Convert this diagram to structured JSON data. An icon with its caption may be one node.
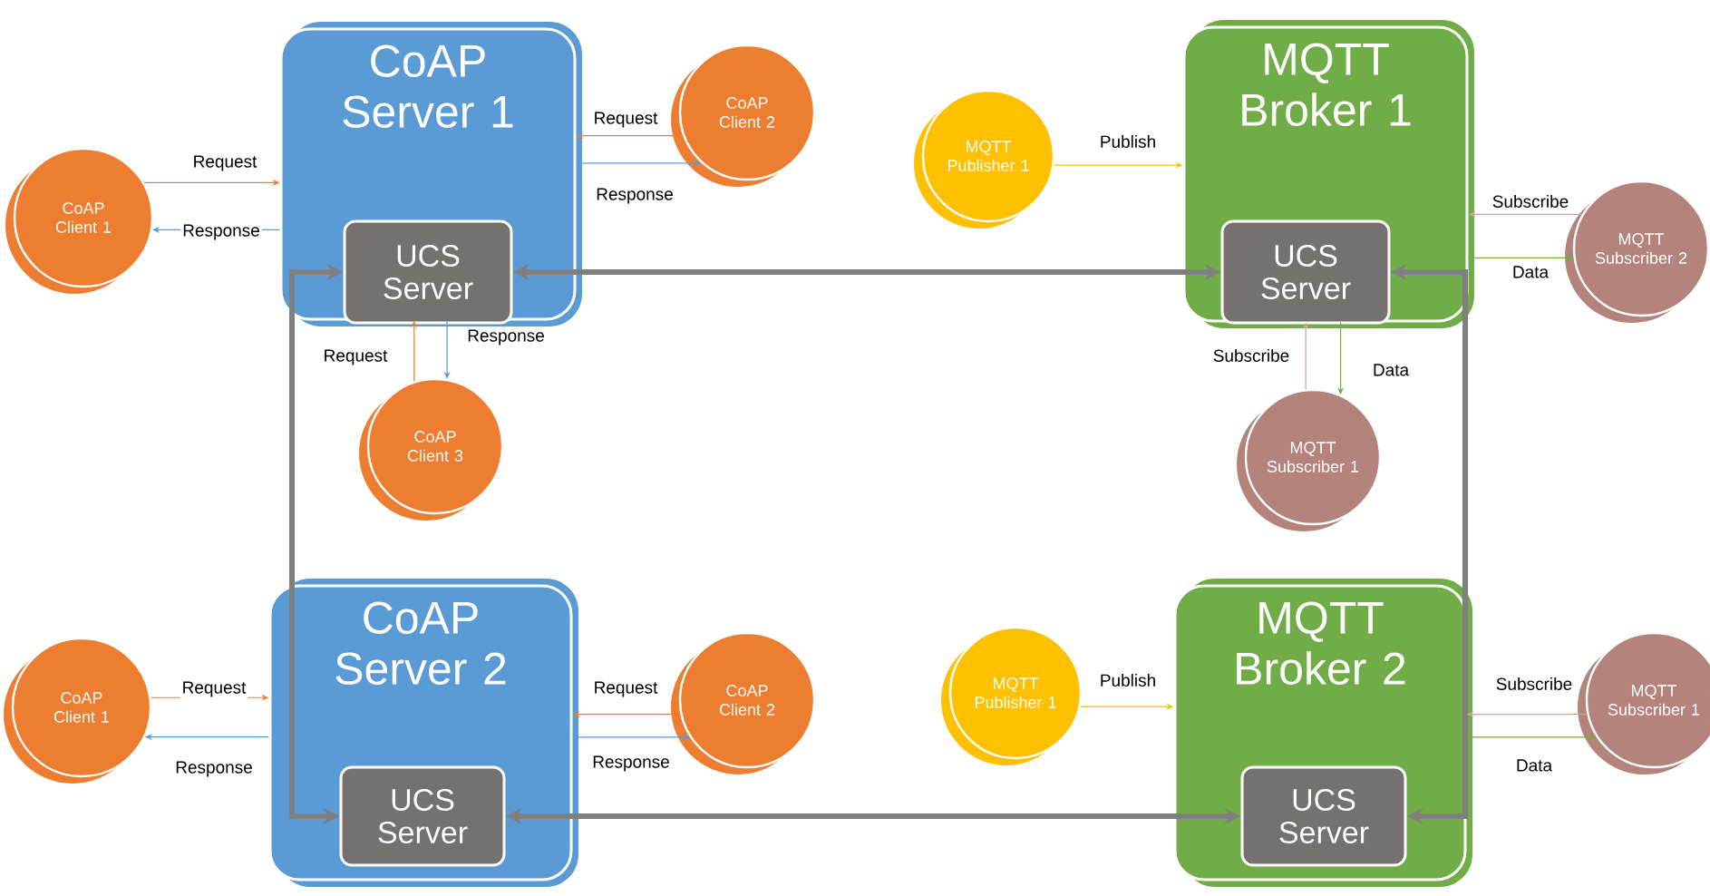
{
  "diagram": {
    "nodes": [
      {
        "text": [
          "CoAP Server 1"
        ]
      },
      {
        "text": [
          "UCS Server"
        ],
        "in": 0
      },
      {
        "text": [
          "CoAP Client 1"
        ]
      },
      {
        "text": [
          "CoAP Client 2"
        ]
      },
      {
        "text": [
          "CoAP Client 3"
        ]
      },
      {
        "text": [
          "MQTT Broker 1"
        ]
      },
      {
        "text": [
          "UCS Server"
        ],
        "in": 5
      },
      {
        "text": [
          "MQTT Publisher 1"
        ]
      },
      {
        "text": [
          "MQTT Subscriber 2"
        ]
      },
      {
        "text": [
          "MQTT Subscriber 1"
        ]
      },
      {
        "text": [
          "CoAP Server 2"
        ]
      },
      {
        "text": [
          "UCS Server"
        ],
        "in": 10
      },
      {
        "text": [
          "CoAP Client 1"
        ]
      },
      {
        "text": [
          "CoAP Client 2"
        ]
      },
      {
        "text": [
          "MQTT Broker 2"
        ]
      },
      {
        "text": [
          "UCS Server"
        ],
        "in": 14
      },
      {
        "text": [
          "MQTT Publisher 1"
        ]
      },
      {
        "text": [
          "MQTT Subscriber 1"
        ]
      }
    ],
    "edges": [
      {
        "from": 2,
        "to": 0,
        "arrow": "to",
        "label": "Request",
        "color": "#ed7d31"
      },
      {
        "from": 0,
        "to": 2,
        "arrow": "to",
        "label": "Response",
        "color": "#5b9bd5"
      },
      {
        "from": 3,
        "to": 0,
        "arrow": "to",
        "label": "Request",
        "color": "#ed7d31"
      },
      {
        "from": 0,
        "to": 3,
        "arrow": "to",
        "label": "Response",
        "color": "#5b9bd5"
      },
      {
        "from": 4,
        "to": 0,
        "arrow": "to",
        "label": "Request",
        "color": "#ed7d31"
      },
      {
        "from": 0,
        "to": 4,
        "arrow": "to",
        "label": "Response",
        "color": "#5b9bd5"
      },
      {
        "from": 7,
        "to": 5,
        "arrow": "to",
        "label": "Publish",
        "color": "#ffc000"
      },
      {
        "from": 8,
        "to": 5,
        "arrow": "to",
        "label": "Subscribe",
        "color": "#c9a39c"
      },
      {
        "from": 5,
        "to": 8,
        "arrow": "to",
        "label": "Data",
        "color": "#70ad47"
      },
      {
        "from": 9,
        "to": 5,
        "arrow": "to",
        "label": "Subscribe",
        "color": "#c9a39c"
      },
      {
        "from": 5,
        "to": 9,
        "arrow": "to",
        "label": "Data",
        "color": "#70ad47"
      },
      {
        "from": 1,
        "to": 6,
        "arrow": "both",
        "style": "thick",
        "color": "#7f7f7f"
      },
      {
        "from": 1,
        "to": 11,
        "arrow": "both",
        "style": "thick",
        "color": "#7f7f7f"
      },
      {
        "from": 11,
        "to": 15,
        "arrow": "both",
        "style": "thick",
        "color": "#7f7f7f"
      },
      {
        "from": 6,
        "to": 15,
        "arrow": "both",
        "style": "thick",
        "color": "#7f7f7f"
      },
      {
        "from": 12,
        "to": 10,
        "arrow": "to",
        "label": "Request",
        "color": "#ed7d31"
      },
      {
        "from": 10,
        "to": 12,
        "arrow": "to",
        "label": "Response",
        "color": "#5b9bd5"
      },
      {
        "from": 13,
        "to": 10,
        "arrow": "to",
        "label": "Request",
        "color": "#ed7d31"
      },
      {
        "from": 10,
        "to": 13,
        "arrow": "to",
        "label": "Response",
        "color": "#5b9bd5"
      },
      {
        "from": 16,
        "to": 14,
        "arrow": "to",
        "label": "Publish",
        "color": "#ffc000"
      },
      {
        "from": 17,
        "to": 14,
        "arrow": "to",
        "label": "Subscribe",
        "color": "#c9a39c"
      },
      {
        "from": 14,
        "to": 17,
        "arrow": "to",
        "label": "Data",
        "color": "#70ad47"
      }
    ]
  }
}
